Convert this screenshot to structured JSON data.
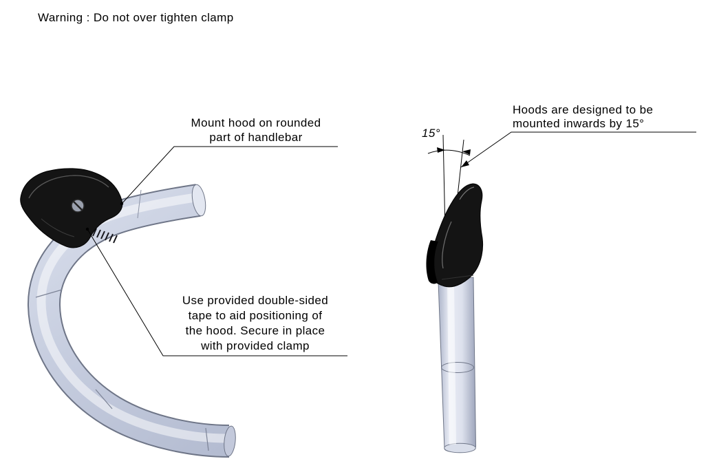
{
  "warning": "Warning :  Do not over tighten clamp",
  "callouts": {
    "mount": {
      "lines": [
        "Mount hood on rounded",
        "part of handlebar"
      ]
    },
    "tape": {
      "lines": [
        "Use provided double-sided",
        "tape to aid positioning of",
        "the hood. Secure in place",
        "with provided clamp"
      ]
    },
    "inward": {
      "lines": [
        "Hoods are designed to be",
        "mounted inwards by 15°"
      ]
    }
  },
  "dimension": {
    "hood_angle": "15°"
  },
  "figures": {
    "left_view": "drop-handlebar-with-hood-front-iso",
    "right_view": "handlebar-end-with-hood-side-profile"
  },
  "colors": {
    "background": "#ffffff",
    "tube_light": "#e8ebf4",
    "tube_mid": "#c6cddf",
    "tube_dark": "#9aa3ba",
    "tube_outline": "#6e7587",
    "hood_black": "#141414",
    "annotation_line": "#000000"
  }
}
